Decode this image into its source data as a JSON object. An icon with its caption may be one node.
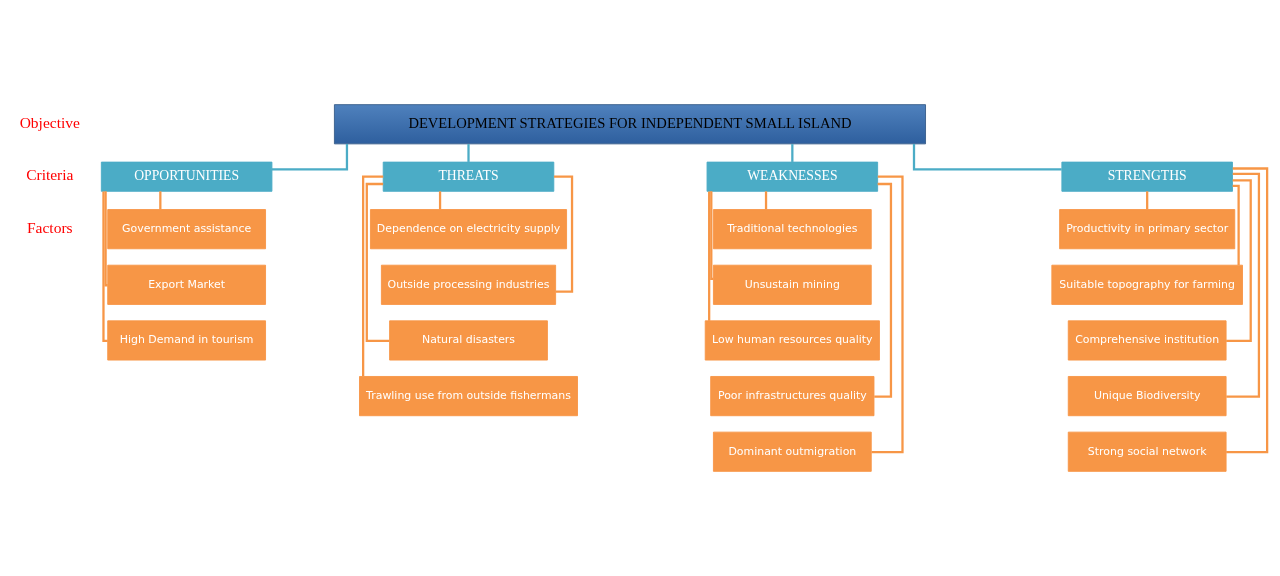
{
  "diagram": {
    "nodes": [
      {
        "text": [
          "DEVELOPMENT STRATEGIES FOR INDEPENDENT SMALL ISLAND"
        ]
      },
      {
        "text": [
          "STRENGTHS"
        ]
      },
      {
        "text": [
          "OPPORTUNITIES"
        ]
      },
      {
        "text": [
          "THREATS"
        ]
      },
      {
        "text": [
          "WEAKNESSES"
        ]
      },
      {
        "text": [
          "Productivity in primary sector"
        ]
      },
      {
        "text": [
          "Suitable topography for farming"
        ]
      },
      {
        "text": [
          "Comprehensive institution"
        ]
      },
      {
        "text": [
          "Unique Biodiversity"
        ]
      },
      {
        "text": [
          "Strong social network"
        ]
      },
      {
        "text": [
          "Government assistance"
        ]
      },
      {
        "text": [
          "Export Market"
        ]
      },
      {
        "text": [
          "High Demand in tourism"
        ]
      },
      {
        "text": [
          "Dependence on electricity supply"
        ]
      },
      {
        "text": [
          "Outside processing industries"
        ]
      },
      {
        "text": [
          "Natural disasters"
        ]
      },
      {
        "text": [
          "Trawling use from outside fishermans"
        ]
      },
      {
        "text": [
          "Traditional technologies"
        ]
      },
      {
        "text": [
          "Unsustain mining"
        ]
      },
      {
        "text": [
          "Low human resources quality"
        ]
      },
      {
        "text": [
          "Poor infrastructures quality"
        ]
      },
      {
        "text": [
          "Dominant outmigration"
        ]
      }
    ],
    "edges": [
      {
        "from": 0,
        "to": 1,
        "arrow": "none",
        "color": "#4bacc6"
      },
      {
        "from": 0,
        "to": 2,
        "arrow": "none",
        "color": "#4bacc6"
      },
      {
        "from": 0,
        "to": 3,
        "arrow": "none",
        "color": "#4bacc6"
      },
      {
        "from": 0,
        "to": 4,
        "arrow": "none",
        "color": "#4bacc6"
      },
      {
        "from": 1,
        "to": 5,
        "arrow": "none"
      },
      {
        "from": 1,
        "to": 6,
        "arrow": "none"
      },
      {
        "from": 1,
        "to": 7,
        "arrow": "none"
      },
      {
        "from": 1,
        "to": 8,
        "arrow": "none"
      },
      {
        "from": 1,
        "to": 9,
        "arrow": "none"
      },
      {
        "from": 2,
        "to": 10,
        "arrow": "none"
      },
      {
        "from": 2,
        "to": 11,
        "arrow": "none"
      },
      {
        "from": 2,
        "to": 12,
        "arrow": "none"
      },
      {
        "from": 3,
        "to": 13,
        "arrow": "none"
      },
      {
        "from": 3,
        "to": 14,
        "arrow": "none"
      },
      {
        "from": 3,
        "to": 15,
        "arrow": "none"
      },
      {
        "from": 3,
        "to": 16,
        "arrow": "none"
      },
      {
        "from": 4,
        "to": 17,
        "arrow": "none"
      },
      {
        "from": 4,
        "to": 18,
        "arrow": "none"
      },
      {
        "from": 4,
        "to": 19,
        "arrow": "none"
      },
      {
        "from": 4,
        "to": 20,
        "arrow": "none"
      },
      {
        "from": 4,
        "to": 21,
        "arrow": "none"
      }
    ],
    "labels": [
      "Objective",
      "Criteria",
      "Factors"
    ]
  }
}
